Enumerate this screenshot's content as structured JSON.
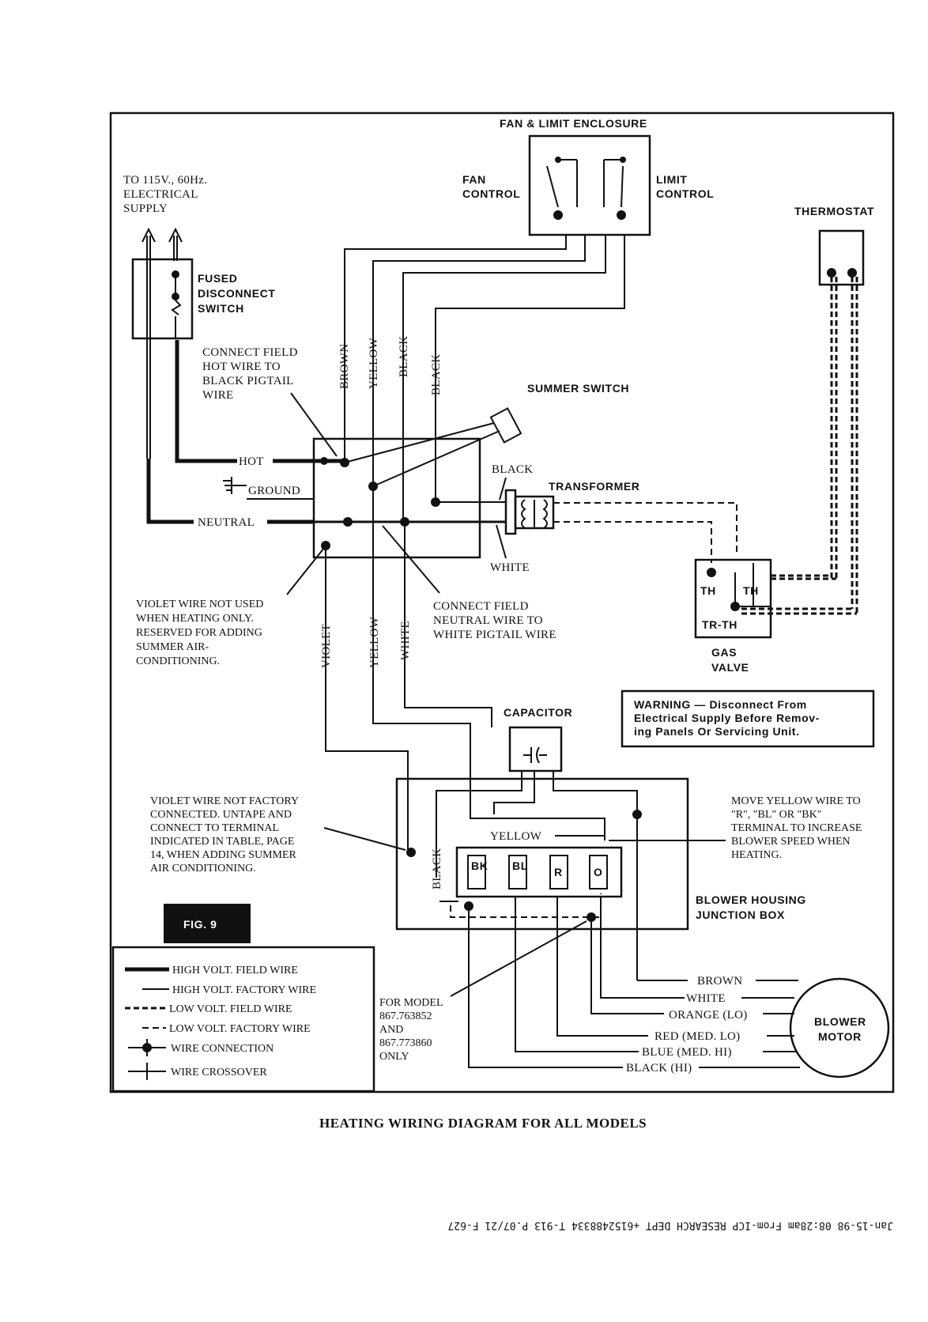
{
  "title": "HEATING WIRING DIAGRAM FOR ALL MODELS",
  "fig_label": "FIG. 9",
  "supply": [
    "TO 115V., 60Hz.",
    "ELECTRICAL",
    "SUPPLY"
  ],
  "fused_disconnect": [
    "FUSED",
    "DISCONNECT",
    "SWITCH"
  ],
  "fan_limit_enclosure": "FAN & LIMIT ENCLOSURE",
  "fan_control": [
    "FAN",
    "CONTROL"
  ],
  "limit_control": [
    "LIMIT",
    "CONTROL"
  ],
  "thermostat": "THERMOSTAT",
  "summer_switch": "SUMMER SWITCH",
  "transformer": "TRANSFORMER",
  "wire_labels": {
    "brown": "BROWN",
    "yellow": "YELLOW",
    "black_1": "BLACK",
    "black_2": "BLACK",
    "black_transformer": "BLACK",
    "white_transformer": "WHITE",
    "violet": "VIOLET",
    "yellow_lower": "YELLOW",
    "white_lower": "WHITE",
    "yellow_blower": "YELLOW",
    "black_blower": "BLACK"
  },
  "summer_terminals": {
    "hot": "HOT",
    "ground": "GROUND",
    "neutral": "NEUTRAL"
  },
  "connect_field_hot": [
    "CONNECT FIELD",
    "HOT WIRE TO",
    "BLACK PIGTAIL",
    "WIRE"
  ],
  "connect_field_neutral": [
    "CONNECT FIELD",
    "NEUTRAL WIRE TO",
    "WHITE PIGTAIL WIRE"
  ],
  "violet_not_used": [
    "VIOLET WIRE NOT USED",
    "WHEN HEATING ONLY.",
    "RESERVED FOR ADDING",
    "SUMMER AIR-",
    "CONDITIONING."
  ],
  "gas_valve": {
    "terminal_left": "TH",
    "terminal_right": "TH",
    "terminal_bottom": "TR-TH",
    "label": [
      "GAS",
      "VALVE"
    ]
  },
  "warning": [
    "WARNING — Disconnect From",
    "Electrical Supply Before Remov-",
    "ing Panels Or Servicing Unit."
  ],
  "capacitor": "CAPACITOR",
  "violet_not_connected": [
    "VIOLET WIRE NOT FACTORY",
    "CONNECTED. UNTAPE AND",
    "CONNECT TO TERMINAL",
    "INDICATED IN TABLE, PAGE",
    "14, WHEN ADDING SUMMER",
    "AIR CONDITIONING."
  ],
  "move_yellow": [
    "MOVE YELLOW WIRE TO",
    "\"R\", \"BL\" OR \"BK\"",
    "TERMINAL TO INCREASE",
    "BLOWER SPEED WHEN",
    "HEATING."
  ],
  "junction_terminals": [
    "BK",
    "BL",
    "R",
    "O"
  ],
  "blower_housing": [
    "BLOWER HOUSING",
    "JUNCTION BOX"
  ],
  "for_model": [
    "FOR MODEL",
    "867.763852",
    "AND",
    "867.773860",
    "ONLY"
  ],
  "blower_motor": [
    "BLOWER",
    "MOTOR"
  ],
  "motor_leads": [
    "BROWN",
    "WHITE",
    "ORANGE (LO)",
    "RED (MED. LO)",
    "BLUE (MED. HI)",
    "BLACK (HI)"
  ],
  "legend": [
    "HIGH VOLT. FIELD WIRE",
    "HIGH VOLT. FACTORY WIRE",
    "LOW VOLT. FIELD WIRE",
    "LOW VOLT. FACTORY WIRE",
    "WIRE CONNECTION",
    "WIRE CROSSOVER"
  ],
  "fax_header": "Jan-15-98 08:28am From-ICP RESEARCH DEPT +6152488334 T-913 P.07/21 F-627"
}
